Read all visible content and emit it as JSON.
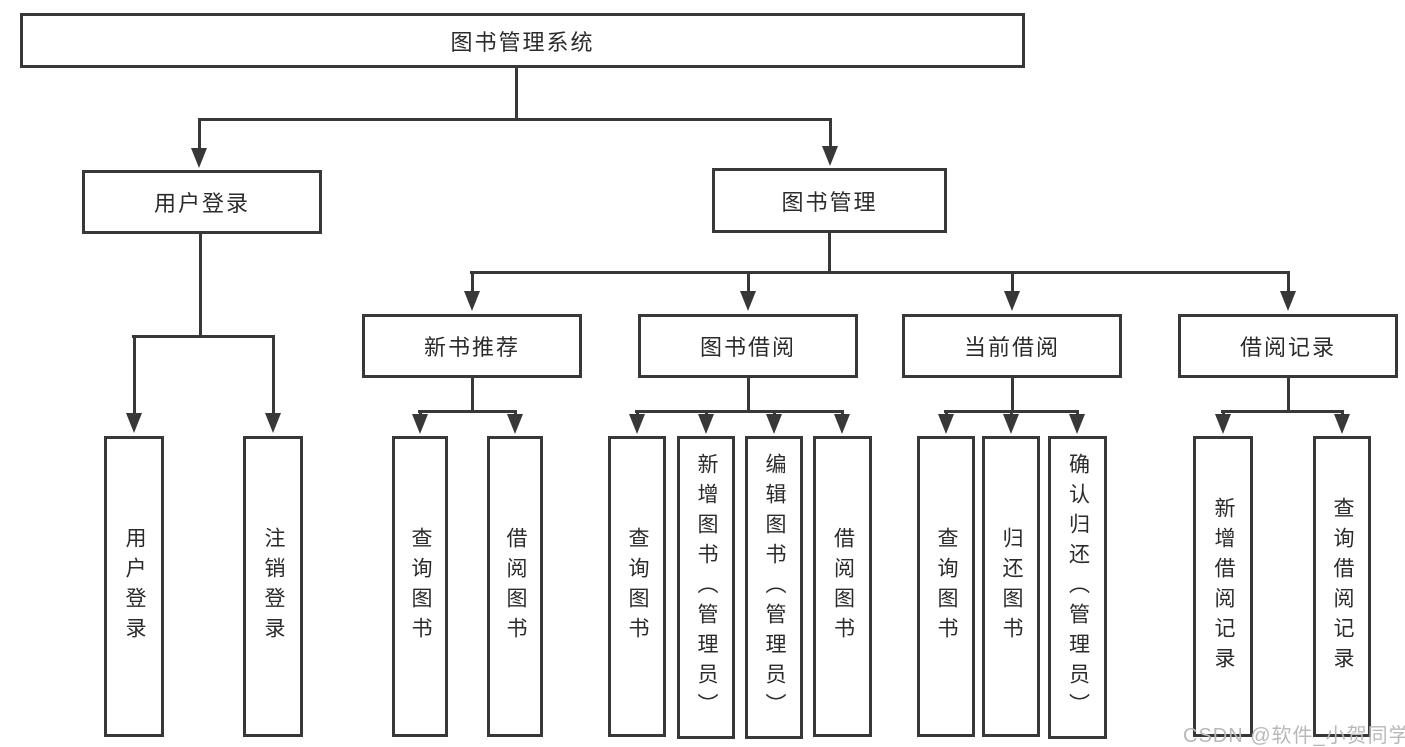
{
  "diagram": {
    "type": "hierarchy-flowchart",
    "root": "图书管理系统",
    "level2": {
      "user_login": "用户登录",
      "book_management": "图书管理"
    },
    "level3": {
      "new_book_recommend": "新书推荐",
      "book_borrowing": "图书借阅",
      "current_borrowing": "当前借阅",
      "borrowing_records": "借阅记录"
    },
    "leaves": {
      "user_login": "用户登录",
      "logout": "注销登录",
      "query_books_recommend": "查询图书",
      "borrow_books_recommend": "借阅图书",
      "query_books_borrowing": "查询图书",
      "add_books_admin": "新增图书（管理员）",
      "edit_books_admin": "编辑图书（管理员）",
      "borrow_books_borrowing": "借阅图书",
      "query_books_current": "查询图书",
      "return_books": "归还图书",
      "confirm_return_admin": "确认归还（管理员）",
      "add_borrow_record": "新增借阅记录",
      "query_borrow_record": "查询借阅记录"
    }
  },
  "watermark": {
    "text": "CSDN @软件_小贺同学",
    "color": "#b8b8b8"
  },
  "colors": {
    "line": "#383838",
    "text": "#2b2b2b",
    "background": "#ffffff"
  }
}
